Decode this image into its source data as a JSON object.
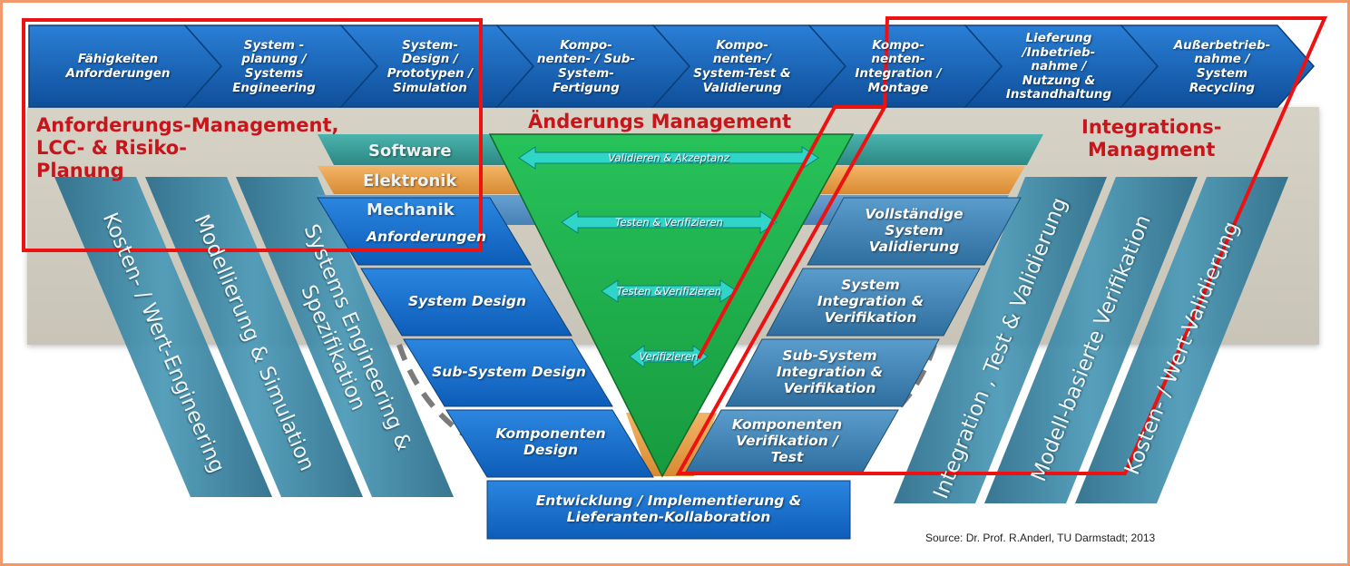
{
  "phases": [
    "Fähigkeiten\nAnforderungen",
    "System -\nplanung /\nSystems\nEngineering",
    "System-\nDesign /\nPrototypen /\nSimulation",
    "Kompo-\nnenten- / Sub-\nSystem-\nFertigung",
    "Kompo-\nnenten-/\nSystem-Test &\nValidierung",
    "Kompo-\nnenten-\nIntegration /\nMontage",
    "Lieferung\n/Inbetrieb-\nnahme /\nNutzung &\nInstandhaltung",
    "Außerbetrieb-\nnahme /\nSystem\nRecycling"
  ],
  "headings": {
    "left": "Anforderungs-Management,\nLCC- & Risiko-\nPlanung",
    "center": "Änderungs Management",
    "right": "Integrations-\nManagment"
  },
  "layers": {
    "software": "Software",
    "elektronik": "Elektronik",
    "mechanik": "Mechanik"
  },
  "left_steps": [
    "Anforderungen",
    "System Design",
    "Sub-System Design",
    "Komponenten\nDesign"
  ],
  "right_steps": [
    "Vollständige\nSystem\nValidierung",
    "System\nIntegration &\nVerifikation",
    "Sub-System\nIntegration &\nVerifikation",
    "Komponenten\nVerifikation /\nTest"
  ],
  "bottom_step": "Entwicklung / Implementierung &\nLieferanten-Kollaboration",
  "arrows": [
    "Validieren & Akzeptanz",
    "Testen & Verifizieren",
    "Testen &Verifizieren",
    "Verifizieren"
  ],
  "left_diagonals": [
    "Kosten- / Wert-Engineering",
    "Modellierung & Simulation",
    "Systems Engineering &\nSpezifikation"
  ],
  "right_diagonals": [
    "Integration , Test & Validierung",
    "Modell-basierte Verifikation",
    "Kosten- / Wert-Validierung"
  ],
  "source": "Source: Dr. Prof. R.Anderl, TU Darmstadt; 2013",
  "colors": {
    "phase_blue": "#1d63b0",
    "step_blue": "#1a73cc",
    "step_teal": "#3f86b5",
    "software_teal": "#3c9c9a",
    "elektronik_orange": "#e8a14d",
    "mechanik_blue": "#4b8ac4",
    "center_green": "#22b24c",
    "arrow_cyan": "#2fd6c8",
    "diag_teal": "#3e86a4",
    "highlight_red": "#ee1111",
    "border_orange": "#f29a6b"
  }
}
